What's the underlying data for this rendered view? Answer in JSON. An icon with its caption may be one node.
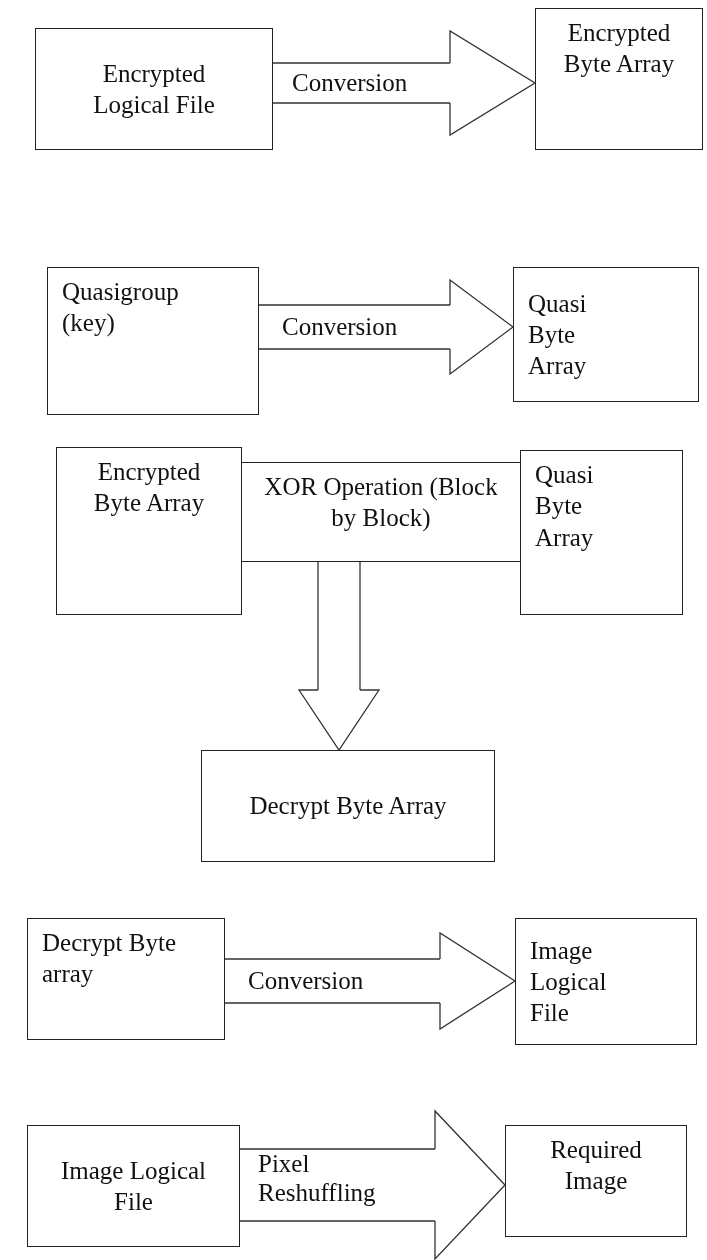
{
  "diagram": {
    "nodes": [
      {
        "text": [
          "Encrypted Logical File"
        ]
      },
      {
        "text": [
          "Encrypted Byte Array"
        ]
      },
      {
        "text": [
          "Quasigroup (key)"
        ]
      },
      {
        "text": [
          "Quasi Byte Array"
        ]
      },
      {
        "text": [
          "Encrypted Byte Array"
        ]
      },
      {
        "text": [
          "XOR Operation (Block by Block)"
        ]
      },
      {
        "text": [
          "Quasi Byte Array"
        ]
      },
      {
        "text": [
          "Decrypt Byte Array"
        ]
      },
      {
        "text": [
          "Decrypt Byte array"
        ]
      },
      {
        "text": [
          "Image Logical File"
        ]
      },
      {
        "text": [
          "Image Logical File"
        ]
      },
      {
        "text": [
          "Required Image"
        ]
      }
    ],
    "edges": [
      {
        "from": 0,
        "to": 1,
        "arrow": "to",
        "label": "Conversion"
      },
      {
        "from": 2,
        "to": 3,
        "arrow": "to",
        "label": "Conversion"
      },
      {
        "from": 5,
        "to": 7,
        "arrow": "to"
      },
      {
        "from": 8,
        "to": 9,
        "arrow": "to",
        "label": "Conversion"
      },
      {
        "from": 10,
        "to": 11,
        "arrow": "to",
        "label": "Pixel Reshuffling"
      }
    ]
  }
}
